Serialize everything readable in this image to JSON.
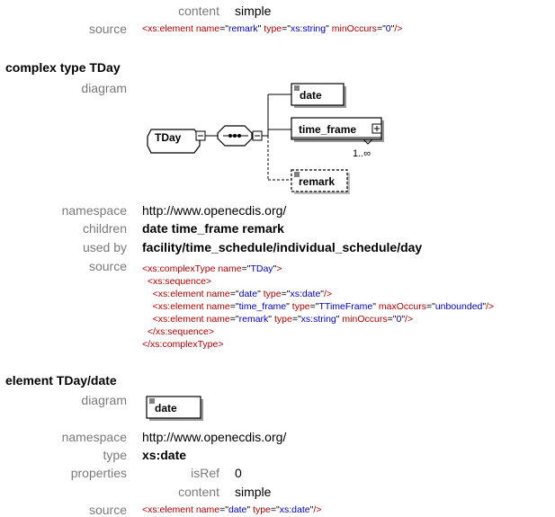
{
  "top": {
    "content_label": "content",
    "content_value": "simple",
    "source_label": "source",
    "source_line": [
      {
        "t": "tag",
        "v": "<xs:element "
      },
      {
        "t": "attr",
        "v": "name"
      },
      {
        "t": "eq",
        "v": "=\""
      },
      {
        "t": "str",
        "v": "remark"
      },
      {
        "t": "eq",
        "v": "\" "
      },
      {
        "t": "attr",
        "v": "type"
      },
      {
        "t": "eq",
        "v": "=\""
      },
      {
        "t": "str",
        "v": "xs:string"
      },
      {
        "t": "eq",
        "v": "\" "
      },
      {
        "t": "attr",
        "v": "minOccurs"
      },
      {
        "t": "eq",
        "v": "=\""
      },
      {
        "t": "str",
        "v": "0"
      },
      {
        "t": "eq",
        "v": "\""
      },
      {
        "t": "tag",
        "v": "/>"
      }
    ]
  },
  "tday": {
    "heading": "complex type TDay",
    "diagram_label": "diagram",
    "diagram": {
      "root": "TDay",
      "child1": "date",
      "child2": "time_frame",
      "child2_occurs": "1..∞",
      "child3": "remark"
    },
    "namespace_label": "namespace",
    "namespace_value": "http://www.openecdis.org/",
    "children_label": "children",
    "children_value": "date time_frame remark",
    "usedby_label": "used by",
    "usedby_value": "facility/time_schedule/individual_schedule/day",
    "source_label": "source",
    "source_lines": [
      [
        {
          "t": "tag",
          "v": "<xs:complexType "
        },
        {
          "t": "attr",
          "v": "name"
        },
        {
          "t": "eq",
          "v": "=\""
        },
        {
          "t": "str",
          "v": "TDay"
        },
        {
          "t": "eq",
          "v": "\""
        },
        {
          "t": "tag",
          "v": ">"
        }
      ],
      [
        {
          "t": "sp",
          "v": "  "
        },
        {
          "t": "tag",
          "v": "<xs:sequence>"
        }
      ],
      [
        {
          "t": "sp",
          "v": "    "
        },
        {
          "t": "tag",
          "v": "<xs:element "
        },
        {
          "t": "attr",
          "v": "name"
        },
        {
          "t": "eq",
          "v": "=\""
        },
        {
          "t": "str",
          "v": "date"
        },
        {
          "t": "eq",
          "v": "\" "
        },
        {
          "t": "attr",
          "v": "type"
        },
        {
          "t": "eq",
          "v": "=\""
        },
        {
          "t": "str",
          "v": "xs:date"
        },
        {
          "t": "eq",
          "v": "\""
        },
        {
          "t": "tag",
          "v": "/>"
        }
      ],
      [
        {
          "t": "sp",
          "v": "    "
        },
        {
          "t": "tag",
          "v": "<xs:element "
        },
        {
          "t": "attr",
          "v": "name"
        },
        {
          "t": "eq",
          "v": "=\""
        },
        {
          "t": "str",
          "v": "time_frame"
        },
        {
          "t": "eq",
          "v": "\" "
        },
        {
          "t": "attr",
          "v": "type"
        },
        {
          "t": "eq",
          "v": "=\""
        },
        {
          "t": "str",
          "v": "TTimeFrame"
        },
        {
          "t": "eq",
          "v": "\" "
        },
        {
          "t": "attr",
          "v": "maxOccurs"
        },
        {
          "t": "eq",
          "v": "=\""
        },
        {
          "t": "str",
          "v": "unbounded"
        },
        {
          "t": "eq",
          "v": "\""
        },
        {
          "t": "tag",
          "v": "/>"
        }
      ],
      [
        {
          "t": "sp",
          "v": "    "
        },
        {
          "t": "tag",
          "v": "<xs:element "
        },
        {
          "t": "attr",
          "v": "name"
        },
        {
          "t": "eq",
          "v": "=\""
        },
        {
          "t": "str",
          "v": "remark"
        },
        {
          "t": "eq",
          "v": "\" "
        },
        {
          "t": "attr",
          "v": "type"
        },
        {
          "t": "eq",
          "v": "=\""
        },
        {
          "t": "str",
          "v": "xs:string"
        },
        {
          "t": "eq",
          "v": "\" "
        },
        {
          "t": "attr",
          "v": "minOccurs"
        },
        {
          "t": "eq",
          "v": "=\""
        },
        {
          "t": "str",
          "v": "0"
        },
        {
          "t": "eq",
          "v": "\""
        },
        {
          "t": "tag",
          "v": "/>"
        }
      ],
      [
        {
          "t": "sp",
          "v": "  "
        },
        {
          "t": "tag",
          "v": "</xs:sequence>"
        }
      ],
      [
        {
          "t": "tag",
          "v": "</xs:complexType>"
        }
      ]
    ]
  },
  "date": {
    "heading": "element TDay/date",
    "diagram_label": "diagram",
    "diagram_box": "date",
    "namespace_label": "namespace",
    "namespace_value": "http://www.openecdis.org/",
    "type_label": "type",
    "type_value": "xs:date",
    "properties_label": "properties",
    "isref_label": "isRef",
    "isref_value": "0",
    "content_label": "content",
    "content_value": "simple",
    "source_label": "source",
    "source_line": [
      {
        "t": "tag",
        "v": "<xs:element "
      },
      {
        "t": "attr",
        "v": "name"
      },
      {
        "t": "eq",
        "v": "=\""
      },
      {
        "t": "str",
        "v": "date"
      },
      {
        "t": "eq",
        "v": "\" "
      },
      {
        "t": "attr",
        "v": "type"
      },
      {
        "t": "eq",
        "v": "=\""
      },
      {
        "t": "str",
        "v": "xs:date"
      },
      {
        "t": "eq",
        "v": "\""
      },
      {
        "t": "tag",
        "v": "/>"
      }
    ]
  },
  "colors": {
    "tag": "#b00000",
    "attr": "#b00000",
    "string": "#0000c0",
    "label": "#7a7a7a"
  }
}
